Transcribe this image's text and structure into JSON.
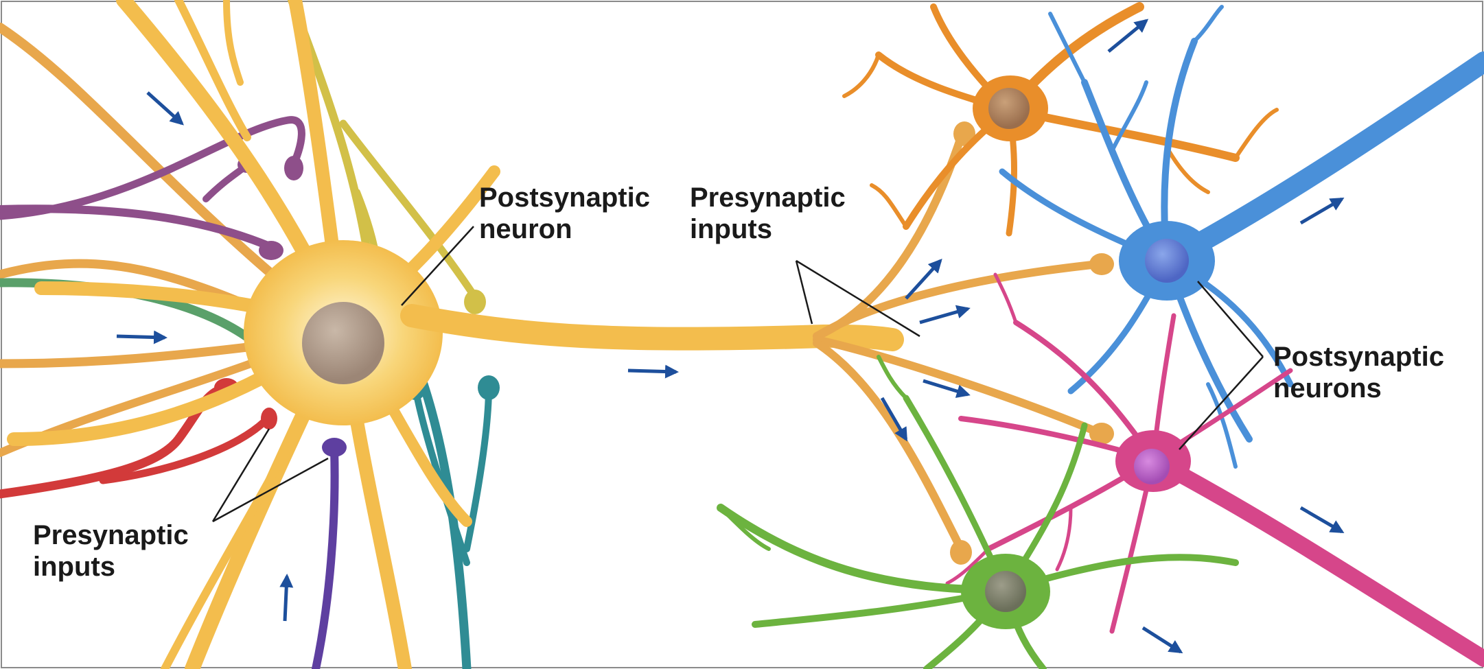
{
  "labels": {
    "postsynaptic_neuron": {
      "line1": "Postsynaptic",
      "line2": "neuron"
    },
    "presynaptic_inputs_center": {
      "line1": "Presynaptic",
      "line2": "inputs"
    },
    "presynaptic_inputs_left": {
      "line1": "Presynaptic",
      "line2": "inputs"
    },
    "postsynaptic_neurons": {
      "line1": "Postsynaptic",
      "line2": "neurons"
    }
  },
  "colors": {
    "central_neuron": "#f7c65a",
    "axon_orange": "#e8a74c",
    "orange_neuron": "#e98e2a",
    "blue_neuron": "#4a90d9",
    "pink_neuron": "#d6468a",
    "green_neuron": "#6cb33f",
    "input_purple": "#8e4f8a",
    "input_green": "#5aa06a",
    "input_red": "#d23a3a",
    "input_violet": "#5e3fa0",
    "input_teal": "#2f8c94",
    "input_olive": "#d2c048",
    "arrow": "#1d4f9c"
  }
}
